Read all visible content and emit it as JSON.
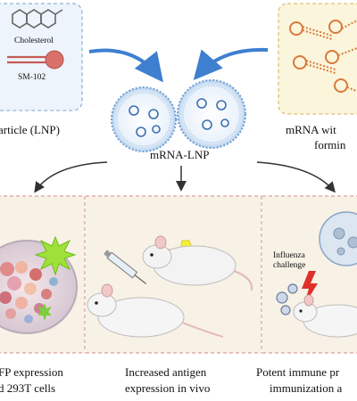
{
  "diagram": {
    "top_left_box": {
      "cholesterol_label": "Cholesterol",
      "sm102_label": "SM-102",
      "caption": "article (LNP)"
    },
    "top_right_box": {
      "caption_line1": "mRNA wit",
      "caption_line2": "formin"
    },
    "center": {
      "caption": "mRNA-LNP"
    },
    "panels": [
      {
        "caption_line1": "FP expression",
        "caption_line2": "d 293T cells"
      },
      {
        "caption_line1": "Increased antigen",
        "caption_line2": "expression in vivo"
      },
      {
        "caption_line1": "Potent immune pr",
        "caption_line2": "immunization a",
        "annotation_line1": "Influenza",
        "annotation_line2": "challenge"
      }
    ],
    "colors": {
      "lnp_box_bg": "#eef4fb",
      "lnp_box_border": "#8fb3d9",
      "mrna_box_bg": "#fbf5dc",
      "mrna_box_border": "#d9c27a",
      "panel_bg": "#f8f1e6",
      "panel_border": "#d9a0a0",
      "arrow_blue": "#3e7fd0",
      "mrna_orange": "#d97a3a"
    }
  }
}
